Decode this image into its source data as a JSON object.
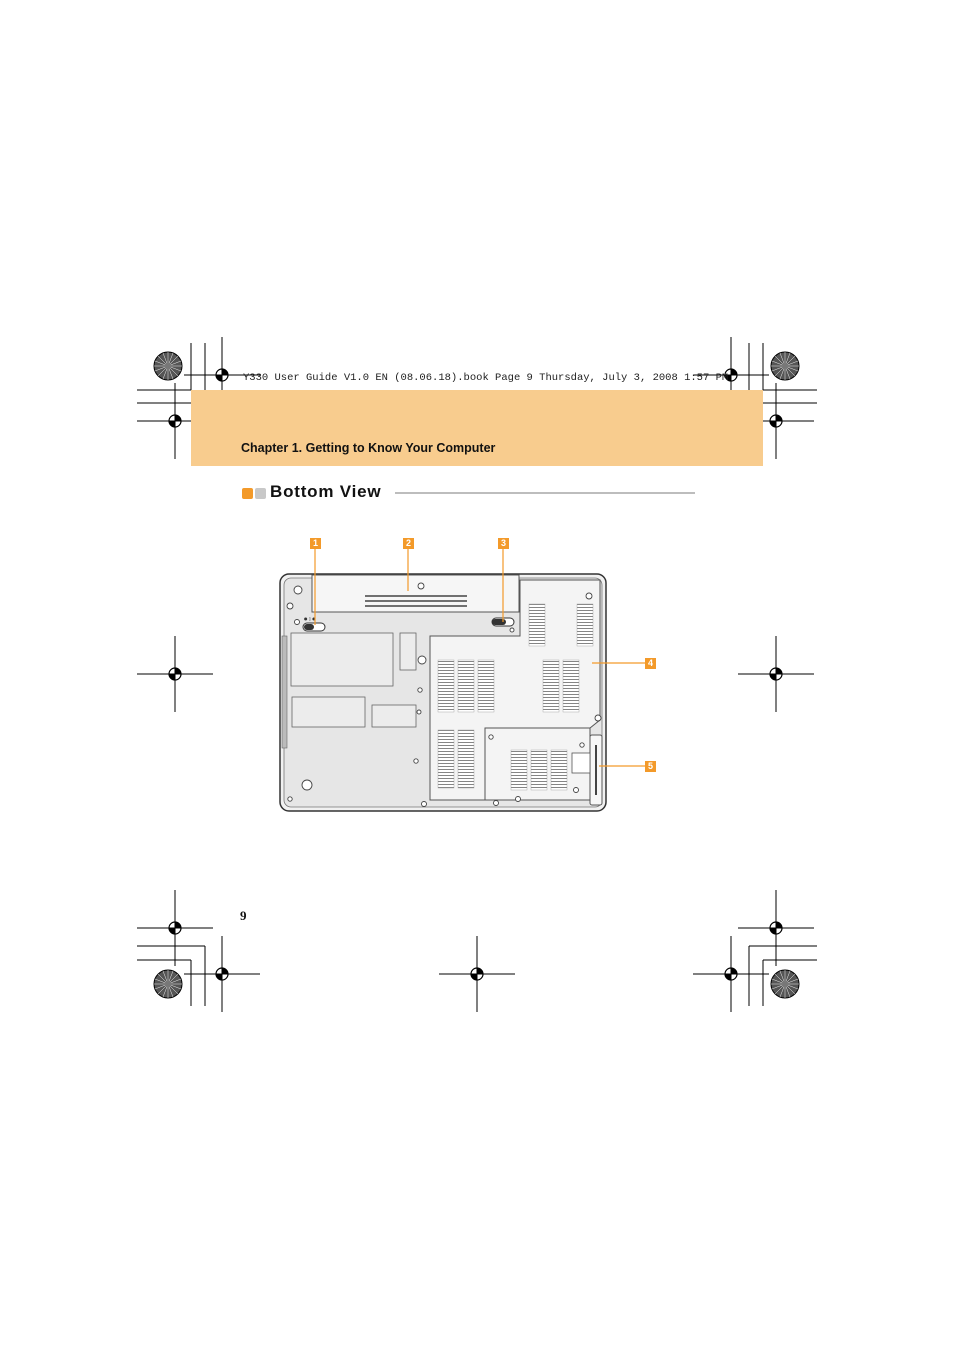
{
  "print_line": "Y330 User Guide V1.0 EN (08.06.18).book  Page 9  Thursday, July 3, 2008  1:57 PM",
  "chapter_title": "Chapter 1. Getting to Know Your Computer",
  "section_title": "Bottom View",
  "callouts": [
    "1",
    "2",
    "3",
    "4",
    "5"
  ],
  "page_number": "9",
  "colors": {
    "header_band": "#f8cc8e",
    "accent": "#f39a2a",
    "accent_gray": "#c8c8c8"
  }
}
